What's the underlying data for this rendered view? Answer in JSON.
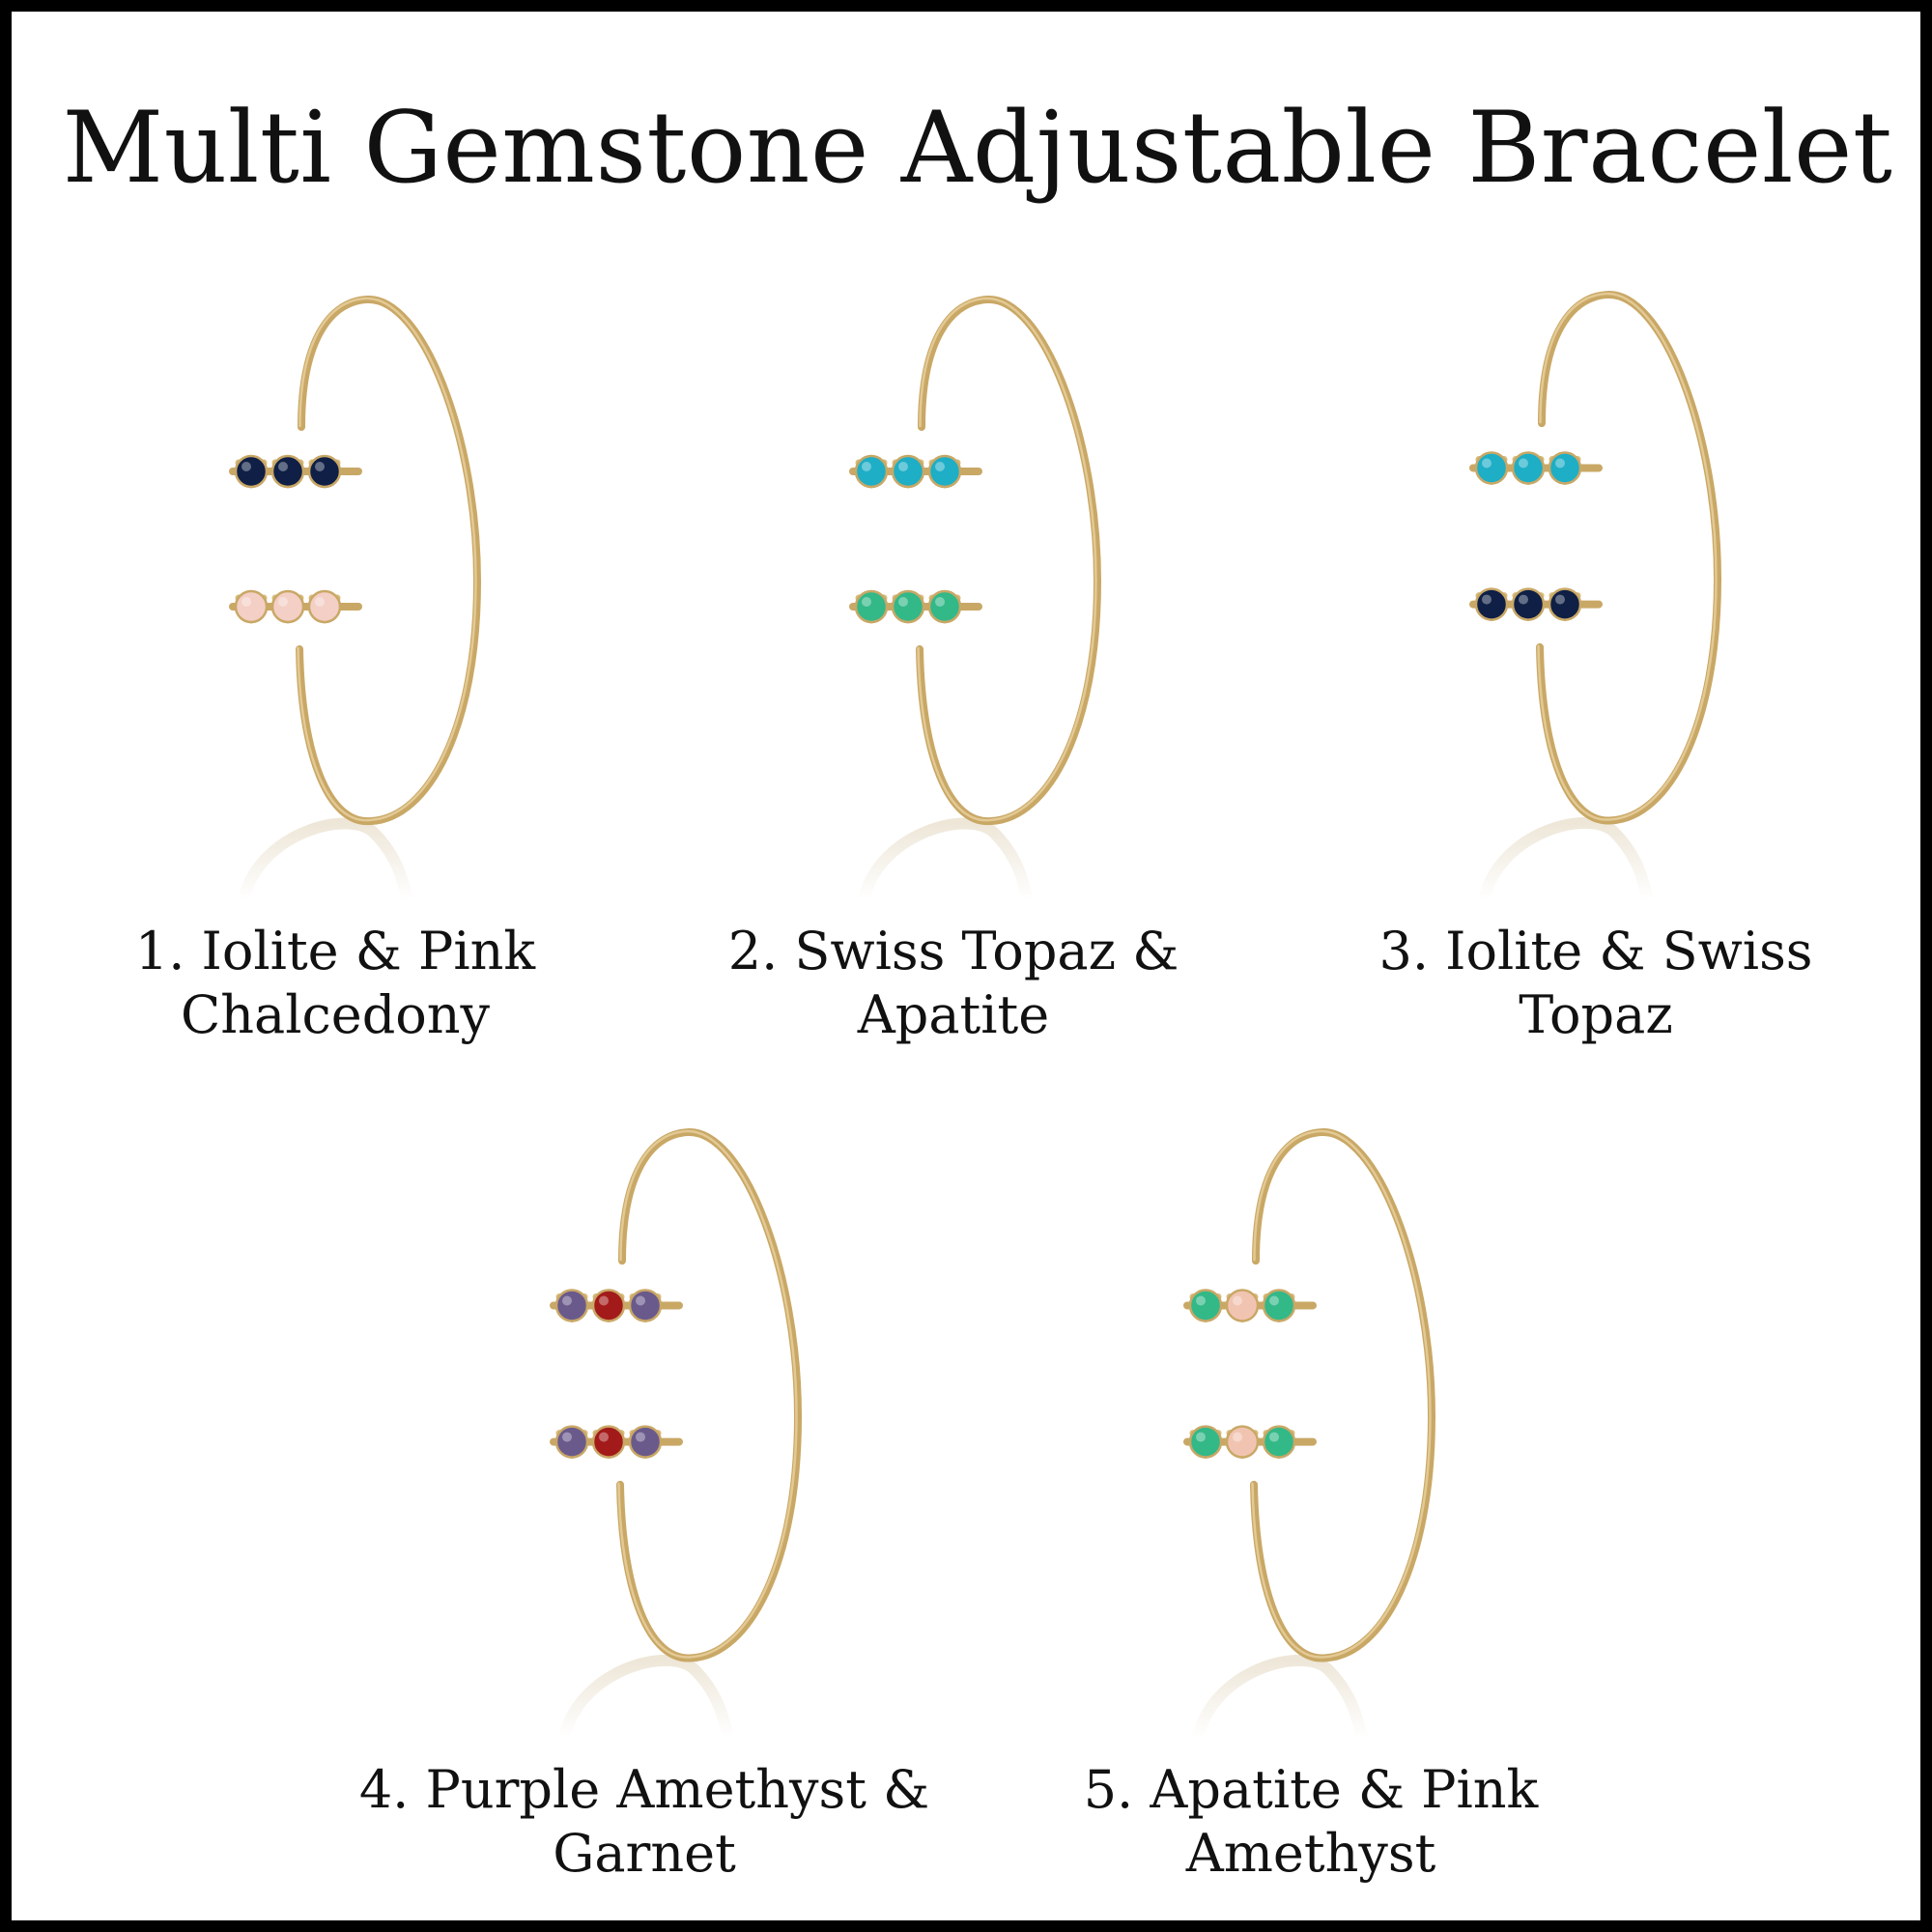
{
  "title": "Multi Gemstone Adjustable Bracelet",
  "colors": {
    "gold": "#c9a866",
    "gold_light": "#e3c994",
    "prong": "#d8bc7c",
    "reflection": "#ece4d4"
  },
  "bracelets": [
    {
      "number": "1.",
      "caption_line1": "1. Iolite & Pink",
      "caption_line2": "Chalcedony",
      "top_stones": [
        "#0f1f45",
        "#0f1f45",
        "#0f1f45"
      ],
      "bottom_stones": [
        "#f4cfc6",
        "#f4cfc6",
        "#f4cfc6"
      ]
    },
    {
      "number": "2.",
      "caption_line1": "2. Swiss Topaz &",
      "caption_line2": "Apatite",
      "top_stones": [
        "#1eaec6",
        "#1eaec6",
        "#1eaec6"
      ],
      "bottom_stones": [
        "#33b888",
        "#33b888",
        "#33b888"
      ]
    },
    {
      "number": "3.",
      "caption_line1": "3. Iolite & Swiss",
      "caption_line2": "Topaz",
      "top_stones": [
        "#1eaec6",
        "#1eaec6",
        "#1eaec6"
      ],
      "bottom_stones": [
        "#0f1f45",
        "#0f1f45",
        "#0f1f45"
      ]
    },
    {
      "number": "4.",
      "caption_line1": "4. Purple Amethyst &",
      "caption_line2": "Garnet",
      "top_stones": [
        "#6a5a8c",
        "#a31a1a",
        "#6a5a8c"
      ],
      "bottom_stones": [
        "#6a5a8c",
        "#a31a1a",
        "#6a5a8c"
      ]
    },
    {
      "number": "5.",
      "caption_line1": "5. Apatite & Pink",
      "caption_line2": "Amethyst",
      "top_stones": [
        "#33b888",
        "#f1c4b2",
        "#33b888"
      ],
      "bottom_stones": [
        "#33b888",
        "#f1c4b2",
        "#33b888"
      ]
    }
  ]
}
